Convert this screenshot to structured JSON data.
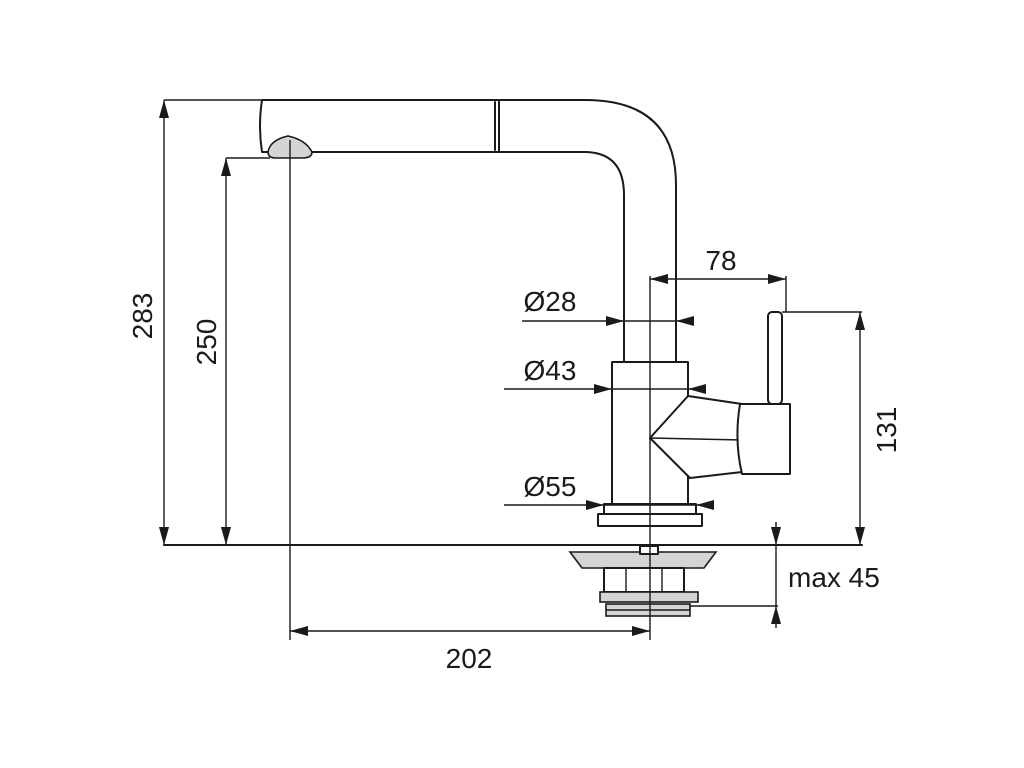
{
  "dimensions": {
    "total_height": "283",
    "spout_height": "250",
    "handle_offset": "78",
    "spout_diameter": "Ø28",
    "body_diameter": "Ø43",
    "base_diameter": "Ø55",
    "handle_height": "131",
    "max_deck": "max 45",
    "reach": "202"
  }
}
